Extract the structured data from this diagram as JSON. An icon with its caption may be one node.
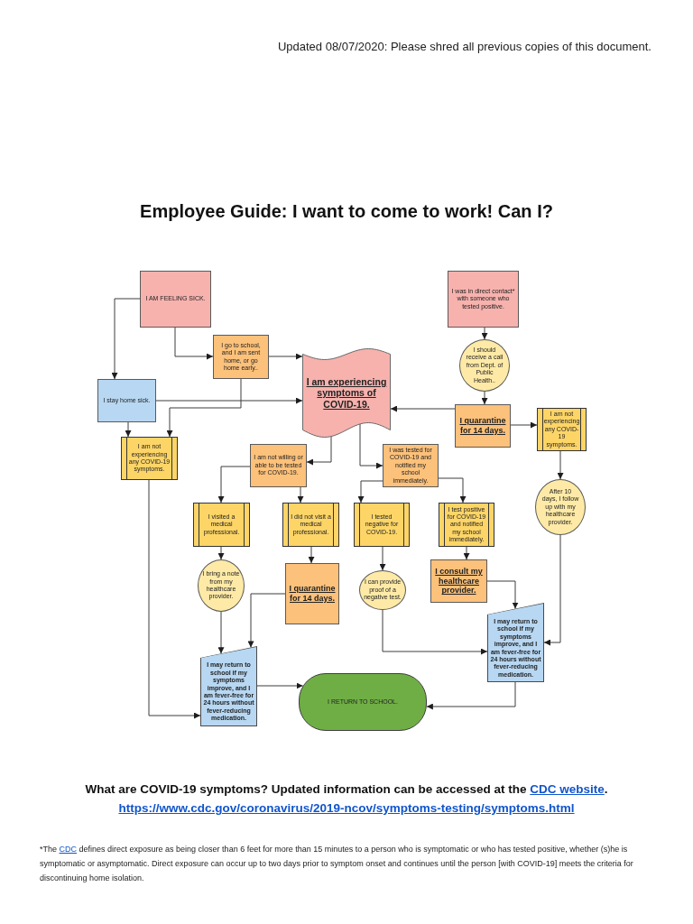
{
  "diagram": {
    "title": "Employee Guide: I want to come to work! Can I?",
    "nodes": [
      {
        "text": [
          "I AM FEELING SICK."
        ]
      },
      {
        "text": [
          "I was in direct contact* with someone who tested positive."
        ]
      },
      {
        "text": [
          "I go to school, and I am sent home, or go home early.."
        ]
      },
      {
        "text": [
          "I am experiencing symptoms of COVID-19."
        ]
      },
      {
        "text": [
          "I should receive a call from Dept. of Public Health.."
        ]
      },
      {
        "text": [
          "I stay home sick."
        ]
      },
      {
        "text": [
          "I quarantine for 14 days."
        ]
      },
      {
        "text": [
          "I am not experiencing any COVID-19 symptoms."
        ]
      },
      {
        "text": [
          "I am not experiencing any COVID-19 symptoms."
        ]
      },
      {
        "text": [
          "I am not willing or able to be tested for COVID-19."
        ]
      },
      {
        "text": [
          "I was tested for COVID-19 and notified my school immediately."
        ]
      },
      {
        "text": [
          "I visited a medical professional."
        ]
      },
      {
        "text": [
          "I did not visit a medical professional."
        ]
      },
      {
        "text": [
          "I tested negative for COVID-19."
        ]
      },
      {
        "text": [
          "I test positive for COVID-19 and notified my school immediately."
        ]
      },
      {
        "text": [
          "After 10 days, I follow up with my healthcare provider."
        ]
      },
      {
        "text": [
          "I bring a note from my healthcare provider."
        ]
      },
      {
        "text": [
          "I quarantine for 14 days."
        ]
      },
      {
        "text": [
          "I can provide proof of a negative test."
        ]
      },
      {
        "text": [
          "I consult my healthcare provider."
        ]
      },
      {
        "text": [
          "I may return to school if my symptoms improve, and I am fever-free for 24 hours without fever-reducing medication."
        ]
      },
      {
        "text": [
          "I may return to school if my symptoms improve, and I am fever-free for 24 hours without fever-reducing medication."
        ]
      },
      {
        "text": [
          "I RETURN TO SCHOOL."
        ]
      }
    ],
    "edges": [
      {
        "from": 0,
        "to": 5,
        "arrow": "to"
      },
      {
        "from": 0,
        "to": 2,
        "arrow": "to"
      },
      {
        "from": 2,
        "to": 3,
        "arrow": "to"
      },
      {
        "from": 5,
        "to": 3,
        "arrow": "to"
      },
      {
        "from": 2,
        "to": 8,
        "arrow": "to"
      },
      {
        "from": 5,
        "to": 8,
        "arrow": "to"
      },
      {
        "from": 1,
        "to": 4,
        "arrow": "to"
      },
      {
        "from": 4,
        "to": 6,
        "arrow": "to"
      },
      {
        "from": 6,
        "to": 3,
        "arrow": "to"
      },
      {
        "from": 6,
        "to": 7,
        "arrow": "to"
      },
      {
        "from": 3,
        "to": 9,
        "arrow": "to"
      },
      {
        "from": 3,
        "to": 10,
        "arrow": "to"
      },
      {
        "from": 9,
        "to": 11,
        "arrow": "to"
      },
      {
        "from": 9,
        "to": 12,
        "arrow": "to"
      },
      {
        "from": 10,
        "to": 13,
        "arrow": "to"
      },
      {
        "from": 10,
        "to": 14,
        "arrow": "to"
      },
      {
        "from": 7,
        "to": 15,
        "arrow": "to"
      },
      {
        "from": 11,
        "to": 16,
        "arrow": "to"
      },
      {
        "from": 12,
        "to": 17,
        "arrow": "to"
      },
      {
        "from": 13,
        "to": 18,
        "arrow": "to"
      },
      {
        "from": 14,
        "to": 19,
        "arrow": "to"
      },
      {
        "from": 16,
        "to": 21,
        "arrow": "to"
      },
      {
        "from": 17,
        "to": 21,
        "arrow": "to"
      },
      {
        "from": 8,
        "to": 21,
        "arrow": "to"
      },
      {
        "from": 19,
        "to": 20,
        "arrow": "to"
      },
      {
        "from": 15,
        "to": 20,
        "arrow": "to"
      },
      {
        "from": 18,
        "to": 20,
        "arrow": "to"
      },
      {
        "from": 21,
        "to": 22,
        "arrow": "to"
      },
      {
        "from": 20,
        "to": 22,
        "arrow": "to"
      }
    ],
    "labels": [
      "Updated 08/07/2020: Please shred all previous copies of this document.",
      "What are COVID-19 symptoms? Updated information can be accessed at the",
      "CDC website",
      ".",
      "https://www.cdc.gov/coronavirus/2019-ncov/symptoms-testing/symptoms.html",
      "*The",
      "CDC",
      "defines direct exposure as being closer than 6 feet for more than 15 minutes to a person who is symptomatic or who has tested positive, whether (s)he is symptomatic or asymptomatic. Direct exposure can occur up to two days prior to symptom onset and continues until the person [with COVID-19] meets the criteria for discontinuing home isolation."
    ]
  }
}
